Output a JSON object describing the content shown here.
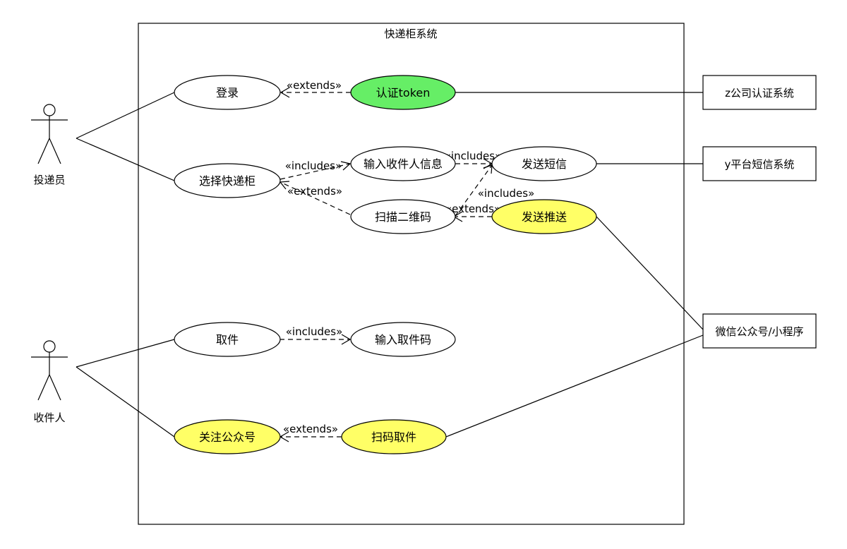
{
  "system": {
    "title": "快递柜系统"
  },
  "actors": {
    "courier": "投递员",
    "recipient": "收件人"
  },
  "external_systems": {
    "z_auth": "z公司认证系统",
    "y_sms": "y平台短信系统",
    "wechat": "微信公众号/小程序"
  },
  "use_cases": {
    "login": "登录",
    "auth_token": "认证token",
    "select_locker": "选择快递柜",
    "input_recipient": "输入收件人信息",
    "send_sms": "发送短信",
    "scan_qr": "扫描二维码",
    "send_push": "发送推送",
    "pickup": "取件",
    "input_pickup_code": "输入取件码",
    "follow_account": "关注公众号",
    "scan_pickup": "扫码取件"
  },
  "colors": {
    "auth_token_fill": "#66ee66",
    "highlight_fill": "#ffff66",
    "default_fill": "#ffffff"
  },
  "relations": {
    "extends": "«extends»",
    "includes": "«includes»"
  }
}
